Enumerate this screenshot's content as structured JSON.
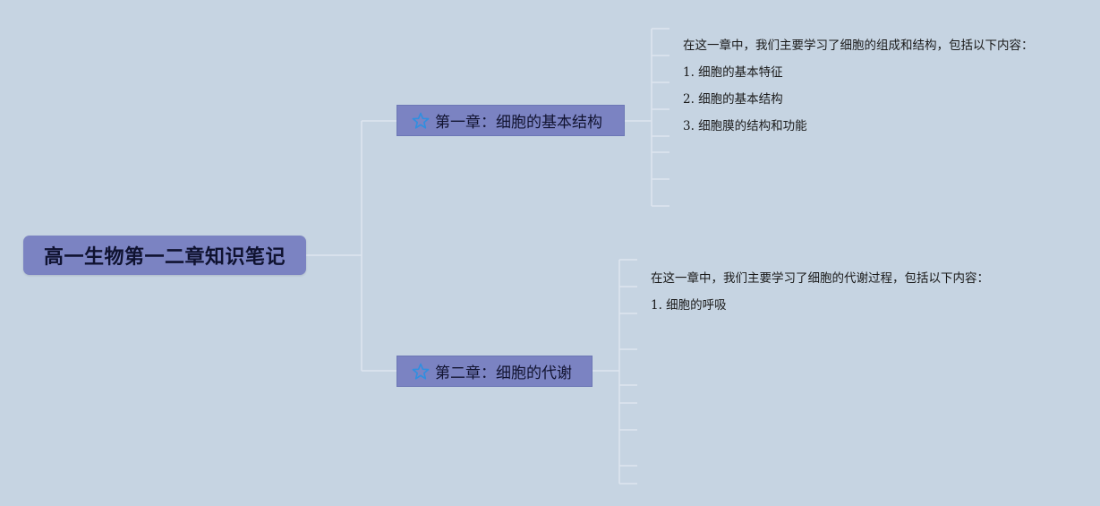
{
  "mindmap": {
    "root": {
      "label": "高一生物第一二章知识笔记"
    },
    "chapters": [
      {
        "label": "第一章：细胞的基本结构",
        "icon": "star-icon",
        "notes": [
          "在这一章中，我们主要学习了细胞的组成和结构，包括以下内容：",
          "1. 细胞的基本特征",
          "2. 细胞的基本结构",
          "3. 细胞膜的结构和功能"
        ]
      },
      {
        "label": "第二章：细胞的代谢",
        "icon": "star-icon",
        "notes": [
          "在这一章中，我们主要学习了细胞的代谢过程，包括以下内容：",
          "1. 细胞的呼吸"
        ]
      }
    ]
  },
  "colors": {
    "background": "#c6d4e2",
    "node_fill": "#7b83c2",
    "star_icon": "#2f8fe0",
    "connector": "#dde4ee"
  }
}
